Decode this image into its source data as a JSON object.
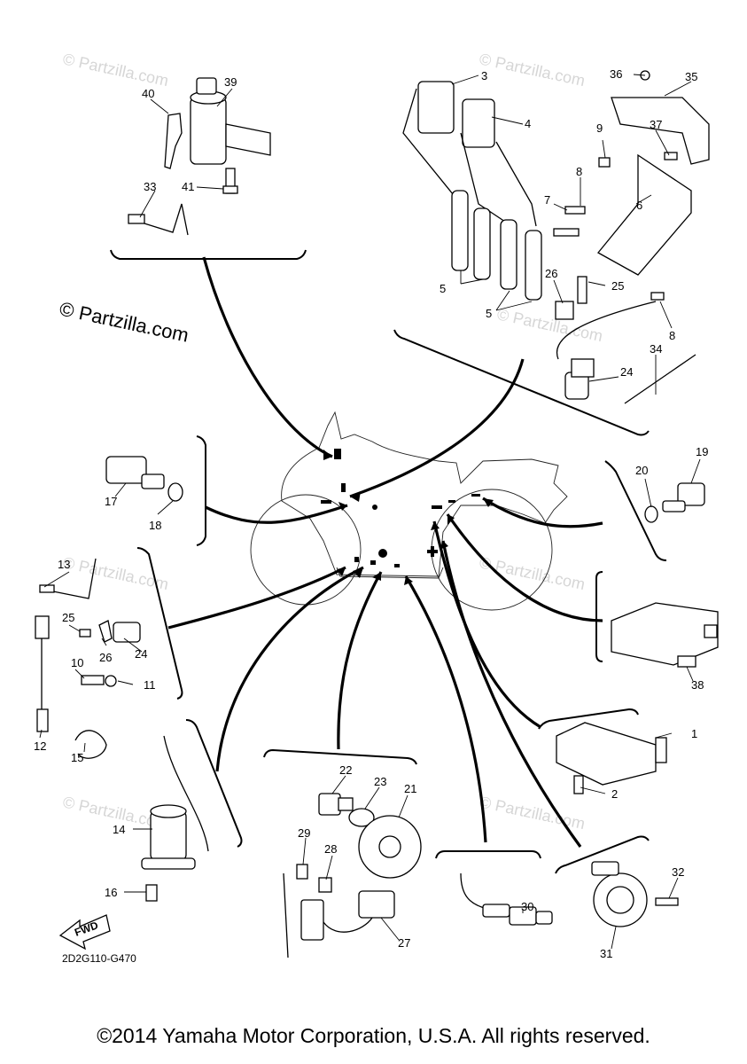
{
  "watermark_main": "© Partzilla.com",
  "watermark_faint": "© Partzilla.com",
  "diagram_code": "2D2G110-G470",
  "fwd_label": "FWD",
  "copyright": "©2014 Yamaha Motor Corporation, U.S.A. All rights reserved.",
  "callouts": [
    "1",
    "2",
    "3",
    "4",
    "5",
    "5",
    "6",
    "7",
    "8",
    "8",
    "9",
    "10",
    "11",
    "12",
    "13",
    "14",
    "15",
    "16",
    "17",
    "18",
    "19",
    "20",
    "21",
    "22",
    "23",
    "24",
    "24",
    "25",
    "25",
    "26",
    "26",
    "27",
    "28",
    "29",
    "30",
    "31",
    "32",
    "33",
    "34",
    "35",
    "36",
    "37",
    "38",
    "39",
    "40",
    "41"
  ]
}
